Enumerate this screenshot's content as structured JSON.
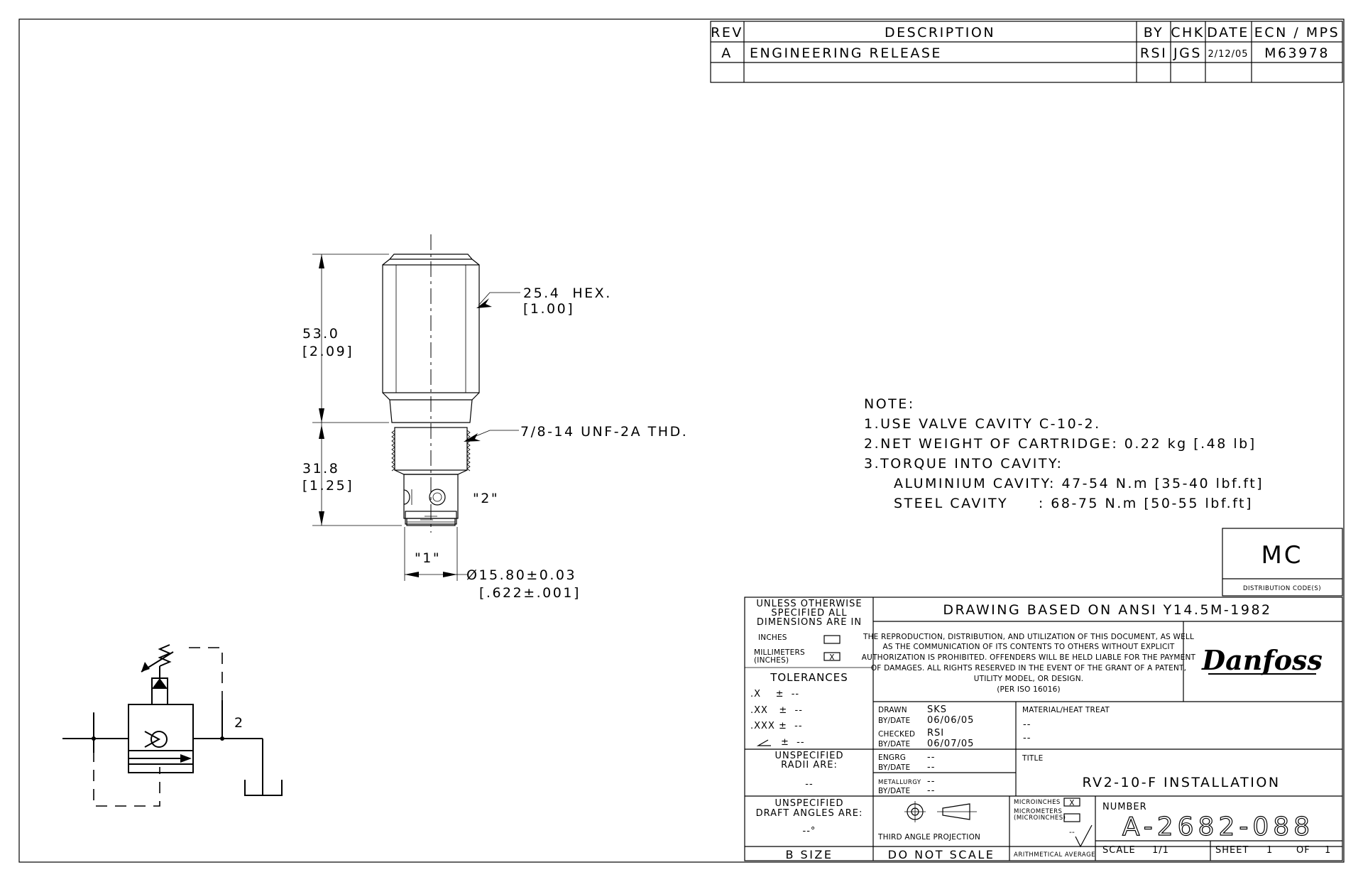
{
  "revision_block": {
    "headers": [
      "REV",
      "DESCRIPTION",
      "BY",
      "CHK",
      "DATE",
      "ECN / MPS"
    ],
    "rows": [
      {
        "rev": "A",
        "description": "ENGINEERING RELEASE",
        "by": "RSI",
        "chk": "JGS",
        "date": "2/12/05",
        "ecn": "M63978"
      }
    ]
  },
  "dimensions": {
    "hex_mm": "25.4  HEX.",
    "hex_in": "[1.00]",
    "overall_mm": "53.0",
    "overall_in": "[2.09]",
    "thread": "7/8-14 UNF-2A THD.",
    "lower_mm": "31.8",
    "lower_in": "[1.25]",
    "port2": "\"2\"",
    "port1": "\"1\"",
    "dia_mm": "Ø15.80±0.03",
    "dia_in": "[.622±.001]"
  },
  "schematic": {
    "port_label": "2"
  },
  "notes": {
    "heading": "NOTE:",
    "lines": [
      "1.USE VALVE CAVITY C-10-2.",
      "2.NET WEIGHT OF CARTRIDGE: 0.22 kg [.48 lb]",
      "3.TORQUE INTO CAVITY:",
      "ALUMINIUM CAVITY: 47-54 N.m [35-40 lbf.ft]",
      "STEEL CAVITY     : 68-75 N.m [50-55 lbf.ft]"
    ]
  },
  "distribution": {
    "code": "MC",
    "label": "DISTRIBUTION CODE(S)"
  },
  "title_block": {
    "unless": [
      "UNLESS OTHERWISE",
      "SPECIFIED ALL",
      "DIMENSIONS ARE IN"
    ],
    "inches": "INCHES",
    "millimeters": "MILLIMETERS",
    "inches_paren": "(INCHES)",
    "mm_mark": "X",
    "tolerances": "TOLERANCES",
    "tol_x": ".X    ±  --",
    "tol_xx": ".XX   ±  --",
    "tol_xxx": ".XXX ±  --",
    "tol_ang": "±  --",
    "radii": [
      "UNSPECIFIED",
      "RADII ARE:"
    ],
    "radii_val": "--",
    "draft": [
      "UNSPECIFIED",
      "DRAFT ANGLES ARE:"
    ],
    "draft_val": "--°",
    "size": "B SIZE",
    "standard": "DRAWING BASED ON ANSI Y14.5M-1982",
    "legal": [
      "THE REPRODUCTION, DISTRIBUTION, AND UTILIZATION OF THIS DOCUMENT, AS WELL",
      "AS THE COMMUNICATION OF ITS CONTENTS TO OTHERS WITHOUT EXPLICIT",
      "AUTHORIZATION IS PROHIBITED. OFFENDERS WILL BE HELD LIABLE FOR THE PAYMENT",
      "OF DAMAGES.  ALL RIGHTS RESERVED IN THE EVENT OF THE GRANT OF A PATENT,",
      "UTILITY MODEL, OR DESIGN.",
      "(PER ISO 16016)"
    ],
    "logo": "Danfoss",
    "drawn_label": "DRAWN",
    "drawn_val": "SKS",
    "drawn_by_label": "BY/DATE",
    "drawn_date": "06/06/05",
    "checked_label": "CHECKED",
    "checked_val": "RSI",
    "checked_by_label": "BY/DATE",
    "checked_date": "06/07/05",
    "engrg_label": "ENGRG",
    "engrg_val": "--",
    "engrg_by_label": "BY/DATE",
    "engrg_date": "--",
    "metal_label": "METALLURGY",
    "metal_val": "--",
    "metal_by_label": "BY/DATE",
    "metal_date": "--",
    "material_label": "MATERIAL/HEAT TREAT",
    "material_1": "--",
    "material_2": "--",
    "title_label": "TITLE",
    "title": "RV2-10-F INSTALLATION",
    "projection": "THIRD ANGLE PROJECTION",
    "do_not_scale": "DO NOT SCALE",
    "microinches": "MICROINCHES",
    "micro_mark": "X",
    "micrometers": "MICROMETERS",
    "micro_paren": "(MICROINCHES)",
    "finish_val": "--",
    "arith": "ARITHMETICAL AVERAGE",
    "number_label": "NUMBER",
    "number": "A-2682-088",
    "scale_label": "SCALE",
    "scale_val": "1/1",
    "sheet_label": "SHEET",
    "sheet_num": "1",
    "of_label": "OF",
    "sheet_total": "1"
  }
}
